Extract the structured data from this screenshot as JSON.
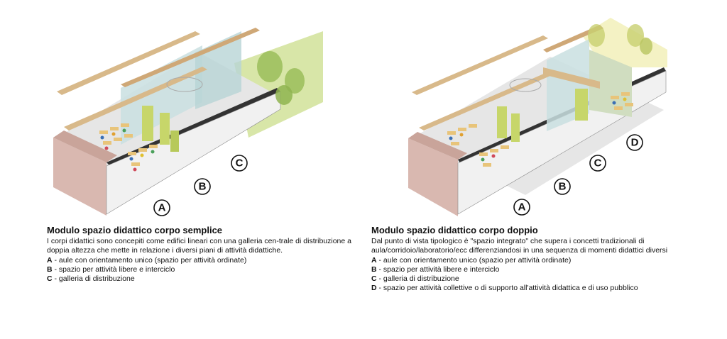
{
  "left": {
    "labels": [
      "A",
      "B",
      "C"
    ],
    "title": "Modulo spazio didattico corpo semplice",
    "description": "I corpi didattici sono concepiti come edifici lineari con una galleria cen-trale di distribuzione a doppia altezza che mette in relazione i diversi piani di attività didattiche.",
    "items": [
      {
        "key": "A",
        "text": " - aule con orientamento unico (spazio per attività ordinate)"
      },
      {
        "key": "B",
        "text": " - spazio per attività libere e interciclo"
      },
      {
        "key": "C",
        "text": " - galleria di distribuzione"
      }
    ]
  },
  "right": {
    "labels": [
      "A",
      "B",
      "C",
      "D"
    ],
    "title": "Modulo spazio didattico corpo doppio",
    "description": "Dal punto di vista tipologico è \"spazio integrato\" che supera i concetti tradizionali di aula/corridoio/laboratorio/ecc differenziandosi in una sequenza di momenti didattici diversi",
    "items": [
      {
        "key": "A",
        "text": " - aule con orientamento unico (spazio per attività ordinate)"
      },
      {
        "key": "B",
        "text": " - spazio per attività libere e interciclo"
      },
      {
        "key": "C",
        "text": " - galleria di distribuzione"
      },
      {
        "key": "D",
        "text": " - spazio per attività collettive o di supporto all'attività didattica e di uso pubblico"
      }
    ]
  },
  "colors": {
    "wall_pink": "#d9b8b0",
    "wood": "#d8b98a",
    "floor": "#e6e6e6",
    "glass": "#c9dfe0",
    "green_panel": "#c7d66a",
    "tree": "#9bbd5a",
    "garden": "#d8e6a8",
    "sky_yellow": "#f4f2c4"
  }
}
